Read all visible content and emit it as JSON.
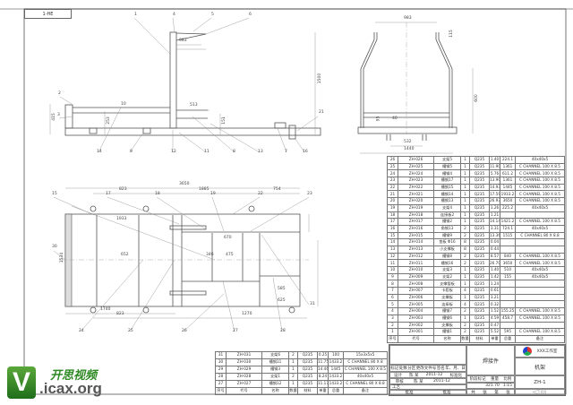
{
  "view_label": "1-HE",
  "dimensions": {
    "side": [
      "983",
      "1500",
      "415",
      "253",
      "513",
      "151"
    ],
    "front": [
      "983",
      "1440",
      "532",
      "600",
      "115",
      "95",
      "40"
    ],
    "plan": [
      "3650",
      "823",
      "1885",
      "754",
      "1933",
      "1740",
      "823",
      "1270",
      "1534",
      "652",
      "475",
      "346",
      "670",
      "585",
      "625"
    ]
  },
  "callouts": [
    "1",
    "4",
    "5",
    "6",
    "2",
    "3",
    "10",
    "14",
    "9",
    "12",
    "11",
    "8",
    "13",
    "7",
    "16",
    "21",
    "15",
    "17",
    "18",
    "19",
    "22",
    "23",
    "24",
    "25",
    "26",
    "27",
    "28",
    "30",
    "31"
  ],
  "parts_table": {
    "rows": [
      [
        "26",
        "ZH-026",
        "支架5",
        "1",
        "Q235",
        "1.40",
        "224.1",
        "40x40x5"
      ],
      [
        "25",
        "ZH-025",
        "槽钢5",
        "1",
        "Q235",
        "11.90",
        "1361",
        "C CHANNEL 100 X 8.5"
      ],
      [
        "24",
        "ZH-024",
        "槽钢4",
        "1",
        "Q235",
        "5.76",
        "611.2",
        "C CHANNEL 100 X 8.5"
      ],
      [
        "23",
        "ZH-023",
        "槽钢17",
        "1",
        "Q235",
        "13.90",
        "1361",
        "C CHANNEL 100 X 8.5"
      ],
      [
        "22",
        "ZH-022",
        "槽钢15",
        "1",
        "Q235",
        "14.93",
        "1445",
        "C CHANNEL 100 X 8.5"
      ],
      [
        "21",
        "ZH-021",
        "槽钢14",
        "1",
        "Q235",
        "17.59",
        "1933.2",
        "C CHANNEL 100 X 8.5"
      ],
      [
        "20",
        "ZH-020",
        "槽钢13",
        "1",
        "Q235",
        "26.93",
        "3650",
        "C CHANNEL 100 X 8.5"
      ],
      [
        "19",
        "ZH-019",
        "支架4",
        "1",
        "Q235",
        "1.26",
        "225.2",
        "40x40x5"
      ],
      [
        "18",
        "ZH-018",
        "连接板2",
        "1",
        "Q235",
        "1.21",
        "",
        ""
      ],
      [
        "17",
        "ZH-017",
        "槽钢2",
        "1",
        "Q235",
        "14.14",
        "1421.2",
        "C CHANNEL 100 X 8.5"
      ],
      [
        "16",
        "ZH-016",
        "角钢13",
        "2",
        "Q235",
        "3.31",
        "724.1",
        "40x40x5"
      ],
      [
        "15",
        "ZH-015",
        "槽钢9",
        "2",
        "Q235",
        "13.36",
        "1515",
        "C CHANNEL 80 X 8.8"
      ],
      [
        "14",
        "ZH-014",
        "垫板 Φ16",
        "8",
        "Q235",
        "0.04",
        "",
        ""
      ],
      [
        "13",
        "ZH-013",
        "小支撑板",
        "8",
        "Q235",
        "0.44",
        "",
        ""
      ],
      [
        "12",
        "ZH-012",
        "槽钢8",
        "2",
        "Q235",
        "8.57",
        "840",
        "C CHANNEL 100 X 8.5"
      ],
      [
        "11",
        "ZH-011",
        "槽钢16",
        "2",
        "Q235",
        "26.70",
        "3650",
        "C CHANNEL 100 X 8.5"
      ],
      [
        "10",
        "ZH-010",
        "支架3",
        "1",
        "Q235",
        "1.40",
        "510",
        "40x40x5"
      ],
      [
        "9",
        "ZH-009",
        "支架2",
        "1",
        "Q235",
        "1.42",
        "155",
        "40x40x5"
      ],
      [
        "8",
        "ZH-008",
        "支撑管板",
        "1",
        "Q235",
        "1.24",
        "",
        ""
      ],
      [
        "7",
        "ZH-007",
        "卡套板",
        "4",
        "Q235",
        "0.61",
        "",
        ""
      ],
      [
        "6",
        "ZH-006",
        "支撑板",
        "1",
        "Q235",
        "3.21",
        "",
        ""
      ],
      [
        "5",
        "ZH-005",
        "连接板",
        "4",
        "Q235",
        "0.32",
        "",
        ""
      ],
      [
        "4",
        "ZH-004",
        "槽钢7",
        "2",
        "Q235",
        "1.52",
        "155.25",
        "C CHANNEL 100 X 8.5"
      ],
      [
        "3",
        "ZH-003",
        "槽钢6",
        "1",
        "Q235",
        "4.59",
        "458.7",
        "C CHANNEL 100 X 8.5"
      ],
      [
        "2",
        "ZH-002",
        "支撑板",
        "2",
        "Q235",
        "0.47",
        "",
        ""
      ],
      [
        "1",
        "ZH-001",
        "槽钢1",
        "2",
        "Q235",
        "5.52",
        "595",
        "C CHANNEL 100 X 8.5"
      ]
    ],
    "header": [
      "序号",
      "代号",
      "名称",
      "数量",
      "材料",
      "单重",
      "总重",
      "备注"
    ]
  },
  "bottom_table": {
    "rows": [
      [
        "31",
        "ZH-031",
        "支架6",
        "2",
        "Q235",
        "0.25",
        "100",
        "15x3x5x5"
      ],
      [
        "30",
        "ZH-030",
        "槽钢11",
        "1",
        "Q235",
        "11.75",
        "1433.2",
        "C CHANNEL 80 X 8"
      ],
      [
        "29",
        "ZH-029",
        "槽钢3",
        "1",
        "Q235",
        "14.46",
        "1445",
        "C CHANNEL 100 X 8.5"
      ],
      [
        "28",
        "ZH-028",
        "支架1",
        "2",
        "Q235",
        "8.24",
        "1433.2",
        "40x40x5"
      ],
      [
        "27",
        "ZH-027",
        "槽钢12",
        "1",
        "Q235",
        "11.17",
        "1433.2",
        "C CHANNEL 80 X 8.8"
      ]
    ],
    "header": [
      "序号",
      "代号",
      "名称",
      "数量",
      "材料",
      "单重",
      "总重",
      "备注"
    ]
  },
  "title_block": {
    "type": "焊接件",
    "company": "XXX工作室",
    "part_name": "机架",
    "drawing_no": "ZH-1",
    "rev_headers": [
      "标记",
      "处数",
      "分区",
      "更改文件号",
      "签名",
      "年、月、日"
    ],
    "design": "设计",
    "design_name": "陈 某",
    "design_date": "2011-12",
    "standardize": "标准化",
    "review": "审核",
    "review_name": "陈 某",
    "review_date": "2011-12",
    "process": "工艺",
    "approve": "批准",
    "stage_label": "阶段标记",
    "weight_label": "重量",
    "scale_label": "比例",
    "weight": "321.70",
    "scale": "1:15",
    "sheets": [
      "共",
      "张",
      "第",
      "张"
    ]
  },
  "watermark": {
    "letter": "V",
    "cn": "开思视频",
    "url": ".icax.org"
  }
}
